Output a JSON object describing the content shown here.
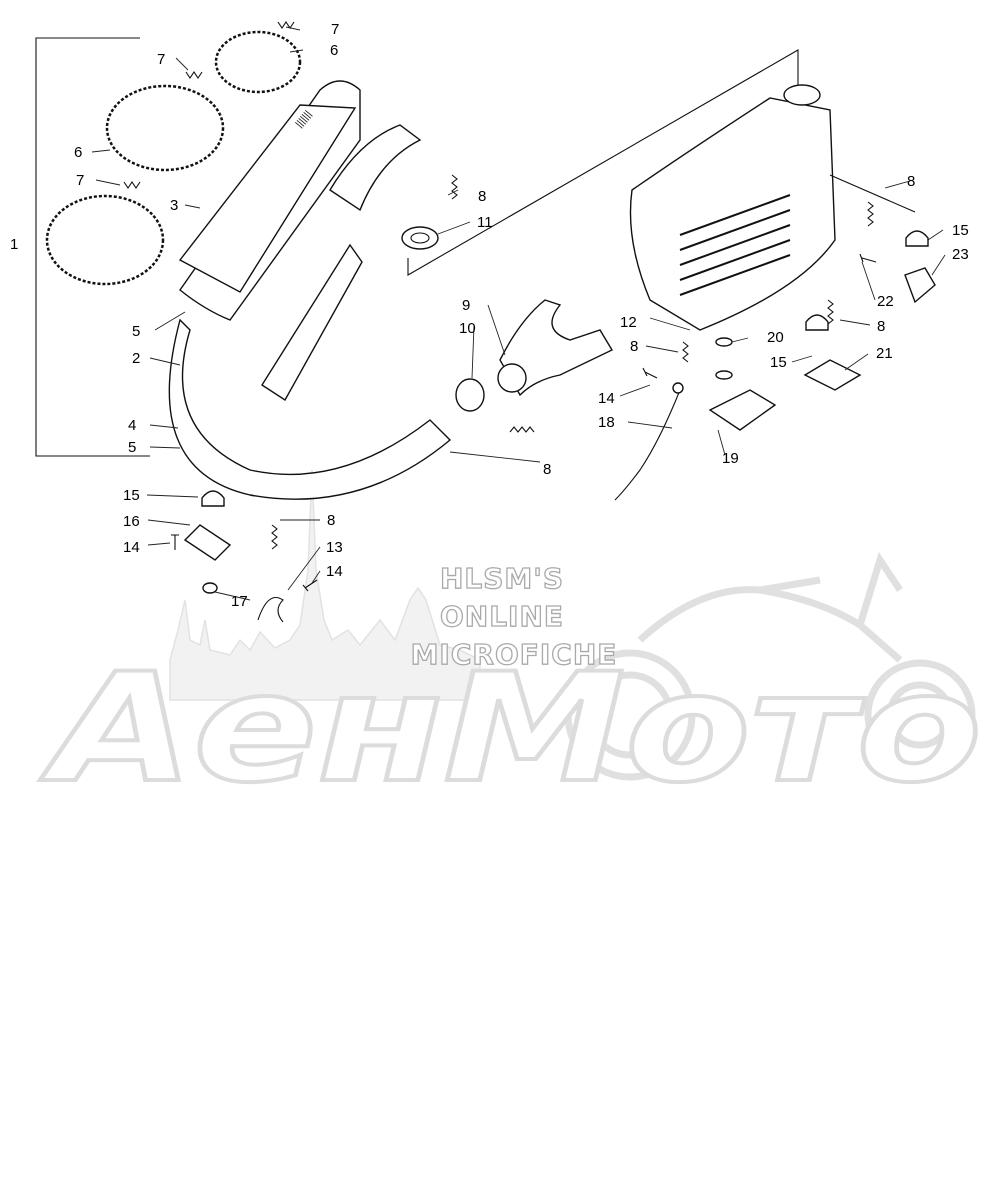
{
  "watermark": {
    "lines": [
      "HLSM'S",
      "ONLINE",
      "MICROFICHE"
    ],
    "brand": "AeнMoтo"
  },
  "callouts": [
    {
      "id": "c1",
      "text": "1"
    },
    {
      "id": "c2",
      "text": "2"
    },
    {
      "id": "c3",
      "text": "3"
    },
    {
      "id": "c4",
      "text": "4"
    },
    {
      "id": "c5a",
      "text": "5"
    },
    {
      "id": "c5b",
      "text": "5"
    },
    {
      "id": "c6a",
      "text": "6"
    },
    {
      "id": "c6b",
      "text": "6"
    },
    {
      "id": "c7a",
      "text": "7"
    },
    {
      "id": "c7b",
      "text": "7"
    },
    {
      "id": "c7c",
      "text": "7"
    },
    {
      "id": "c8a",
      "text": "8"
    },
    {
      "id": "c8b",
      "text": "8"
    },
    {
      "id": "c8c",
      "text": "8"
    },
    {
      "id": "c8d",
      "text": "8"
    },
    {
      "id": "c8e",
      "text": "8"
    },
    {
      "id": "c8f",
      "text": "8"
    },
    {
      "id": "c9",
      "text": "9"
    },
    {
      "id": "c10",
      "text": "10"
    },
    {
      "id": "c11",
      "text": "11"
    },
    {
      "id": "c12",
      "text": "12"
    },
    {
      "id": "c13",
      "text": "13"
    },
    {
      "id": "c14a",
      "text": "14"
    },
    {
      "id": "c14b",
      "text": "14"
    },
    {
      "id": "c14c",
      "text": "14"
    },
    {
      "id": "c15a",
      "text": "15"
    },
    {
      "id": "c15b",
      "text": "15"
    },
    {
      "id": "c15c",
      "text": "15"
    },
    {
      "id": "c16",
      "text": "16"
    },
    {
      "id": "c17",
      "text": "17"
    },
    {
      "id": "c18",
      "text": "18"
    },
    {
      "id": "c19",
      "text": "19"
    },
    {
      "id": "c20",
      "text": "20"
    },
    {
      "id": "c21",
      "text": "21"
    },
    {
      "id": "c22",
      "text": "22"
    },
    {
      "id": "c23",
      "text": "23"
    }
  ]
}
